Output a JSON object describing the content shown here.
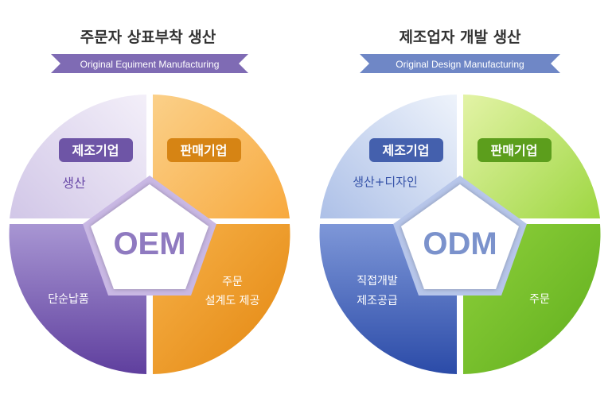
{
  "oem": {
    "title": "주문자 상표부착 생산",
    "subtitle": "Original Equiment Manufacturing",
    "center": "OEM",
    "manufacturer_badge": "제조기업",
    "seller_badge": "판매기업",
    "manufacturer_role": "생산",
    "seller_role_line1": "주문",
    "seller_role_line2": "설계도 제공",
    "delivery": "단순납품",
    "colors": {
      "left": "#8e6fc4",
      "right": "#f5a336",
      "banner": "#7f6bb4"
    }
  },
  "odm": {
    "title": "제조업자 개발 생산",
    "subtitle": "Original Design Manufacturing",
    "center": "ODM",
    "manufacturer_badge": "제조기업",
    "seller_badge": "판매기업",
    "manufacturer_role": "생산+디자인",
    "seller_role": "주문",
    "supply_line1": "직접개발",
    "supply_line2": "제조공급",
    "colors": {
      "left": "#4f6fc4",
      "right": "#7bc52e",
      "banner": "#6f87c6"
    }
  }
}
